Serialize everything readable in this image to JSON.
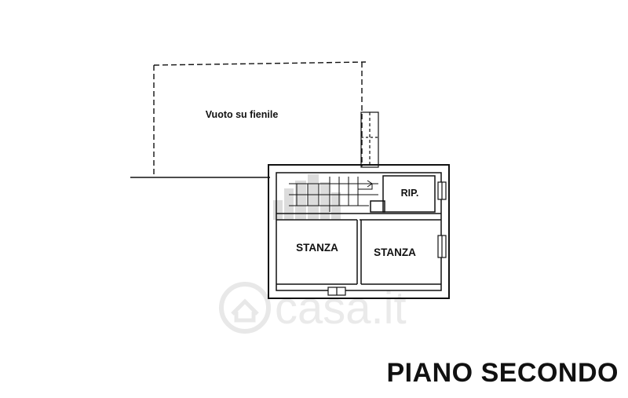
{
  "plan": {
    "title": "PIANO SECONDO",
    "rooms": {
      "void": "Vuoto su fienile",
      "storage": "RIP.",
      "room_left": "STANZA",
      "room_right": "STANZA"
    },
    "watermark": "casa.it",
    "line_color": "#111111",
    "watermark_color": "#e3e3e3"
  }
}
